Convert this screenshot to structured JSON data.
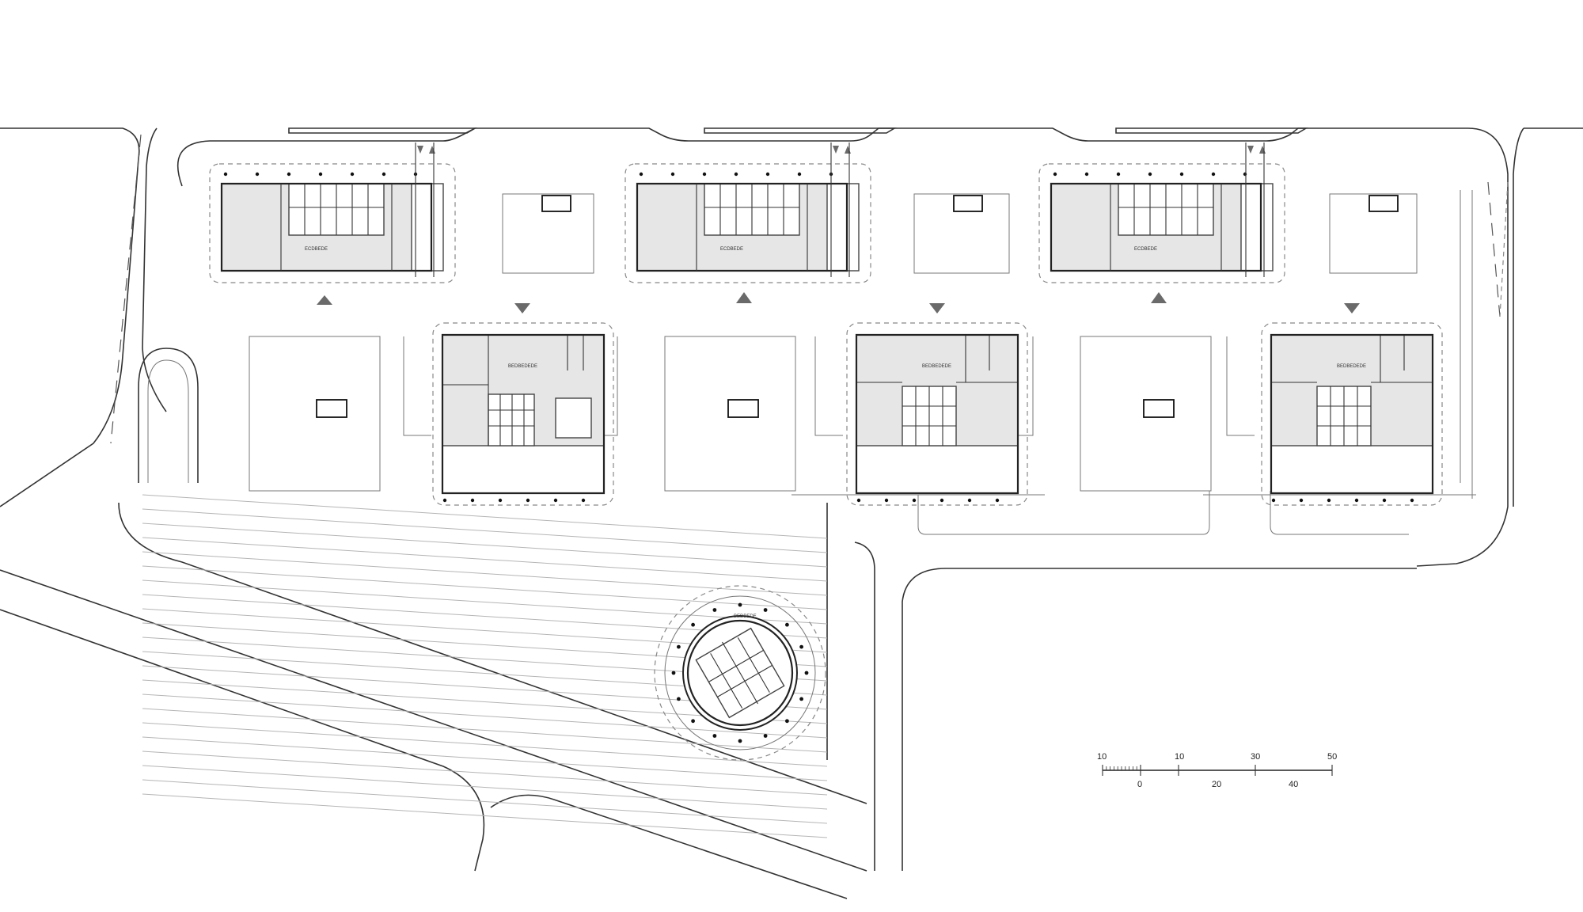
{
  "scale_bar": {
    "top_labels": [
      "10",
      "10",
      "30",
      "50"
    ],
    "bottom_labels": [
      "0",
      "20",
      "40"
    ]
  },
  "building_labels": {
    "north_a": "ECDBEDE",
    "north_b": "ECDBEDE",
    "north_c": "ECDBEDE",
    "south_a": "BEDBEDEDE",
    "south_b": "BEDBEDEDE",
    "south_c": "BEDBEDEDE",
    "tower": "BEDBEDE"
  },
  "colors": {
    "floor_fill": "#e6e6e6",
    "line": "#222222",
    "arrow": "#6a6a6a"
  }
}
